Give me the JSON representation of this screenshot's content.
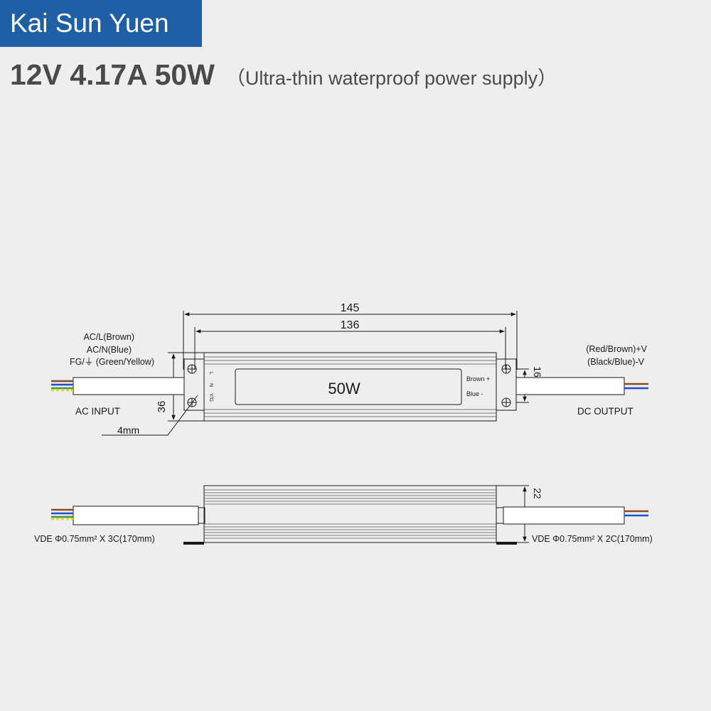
{
  "brand": {
    "name": "Kai Sun Yuen"
  },
  "headline": {
    "spec": "12V 4.17A 50W",
    "subtitle": "（Ultra-thin waterproof power supply）"
  },
  "top_view": {
    "dim_overall": "145",
    "dim_body": "136",
    "dim_height": "36",
    "dim_hole_spacing": "16",
    "hole_diameter": "4mm",
    "label_plate": "50W",
    "terminal_markings": [
      "L",
      "N",
      "Y/G"
    ],
    "output_markings": {
      "positive": "Brown +",
      "negative": "Blue  -"
    },
    "ac_wires": [
      "AC/L(Brown)",
      "AC/N(Blue)",
      "FG/⏚ (Green/Yellow)"
    ],
    "ac_label": "AC INPUT",
    "dc_wires": [
      "(Red/Brown)+V",
      "(Black/Blue)-V"
    ],
    "dc_label": "DC OUTPUT"
  },
  "side_view": {
    "dim_thickness": "22",
    "input_cable": "VDE  Φ0.75mm² X 3C(170mm)",
    "output_cable": "VDE  Φ0.75mm² X 2C(170mm)"
  },
  "colors": {
    "brand_blue": "#1f5fa6",
    "wire_brown": "#8b4a1c",
    "wire_blue": "#1f4fd0",
    "wire_green": "#3c9a3c",
    "wire_yellow": "#e8d21a",
    "wire_red": "#b3261e"
  }
}
